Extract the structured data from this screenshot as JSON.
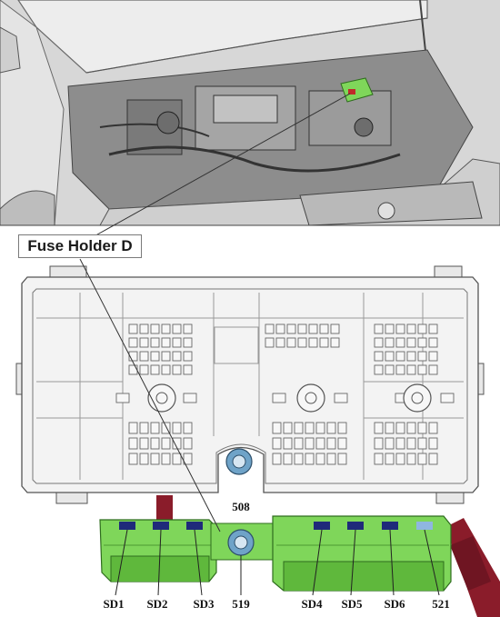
{
  "callout": {
    "title": "Fuse Holder D"
  },
  "studs": {
    "upper": "508",
    "lower": "519"
  },
  "fuses": [
    {
      "id": "SD1"
    },
    {
      "id": "SD2"
    },
    {
      "id": "SD3"
    },
    {
      "id": "SD4"
    },
    {
      "id": "SD5"
    },
    {
      "id": "SD6"
    },
    {
      "id": "521"
    }
  ],
  "colors": {
    "housing_green": "#7fd65a",
    "housing_green_dark": "#4e9a32",
    "fuse_slot": "#1f2a7a",
    "fuse_slot_light": "#8fb6e0",
    "stud_blue": "#6fa3c8",
    "cable_red": "#8a1c2a"
  }
}
